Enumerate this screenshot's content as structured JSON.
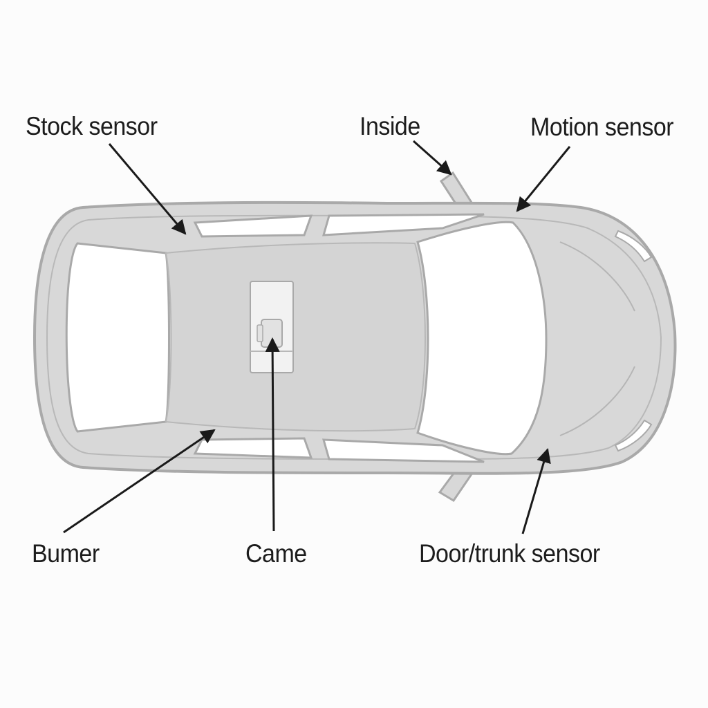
{
  "labels": {
    "stock_sensor": "Stock sensor",
    "inside": "Inside",
    "motion_sensor": "Motion sensor",
    "bumer": "Bumer",
    "came": "Came",
    "door_trunk_sensor": "Door/trunk sensor"
  },
  "colors": {
    "background": "#fcfcfc",
    "body_fill": "#d8d8d8",
    "body_stroke": "#a9a9a9",
    "glass_fill": "#ffffff",
    "arrow": "#1a1a1a",
    "text": "#1c1c1c"
  }
}
